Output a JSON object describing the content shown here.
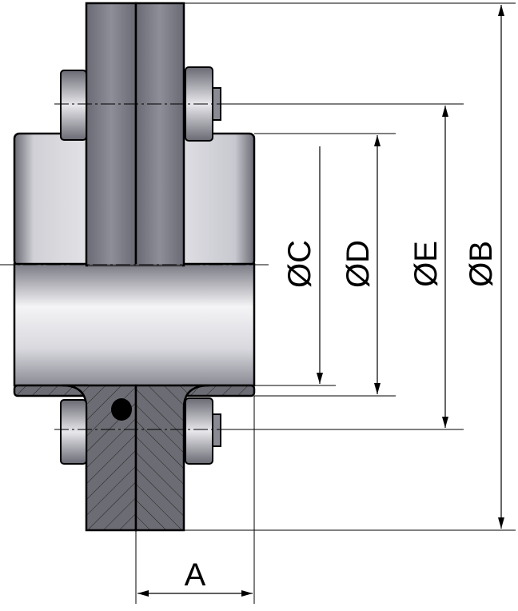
{
  "dimensions": {
    "a": "A",
    "c": "ØC",
    "d": "ØD",
    "e": "ØE",
    "b": "ØB"
  },
  "colors": {
    "line": "#000000",
    "body_light": "#e6e6ea",
    "body_dark": "#5c5c66",
    "section": "#6a6a72"
  }
}
